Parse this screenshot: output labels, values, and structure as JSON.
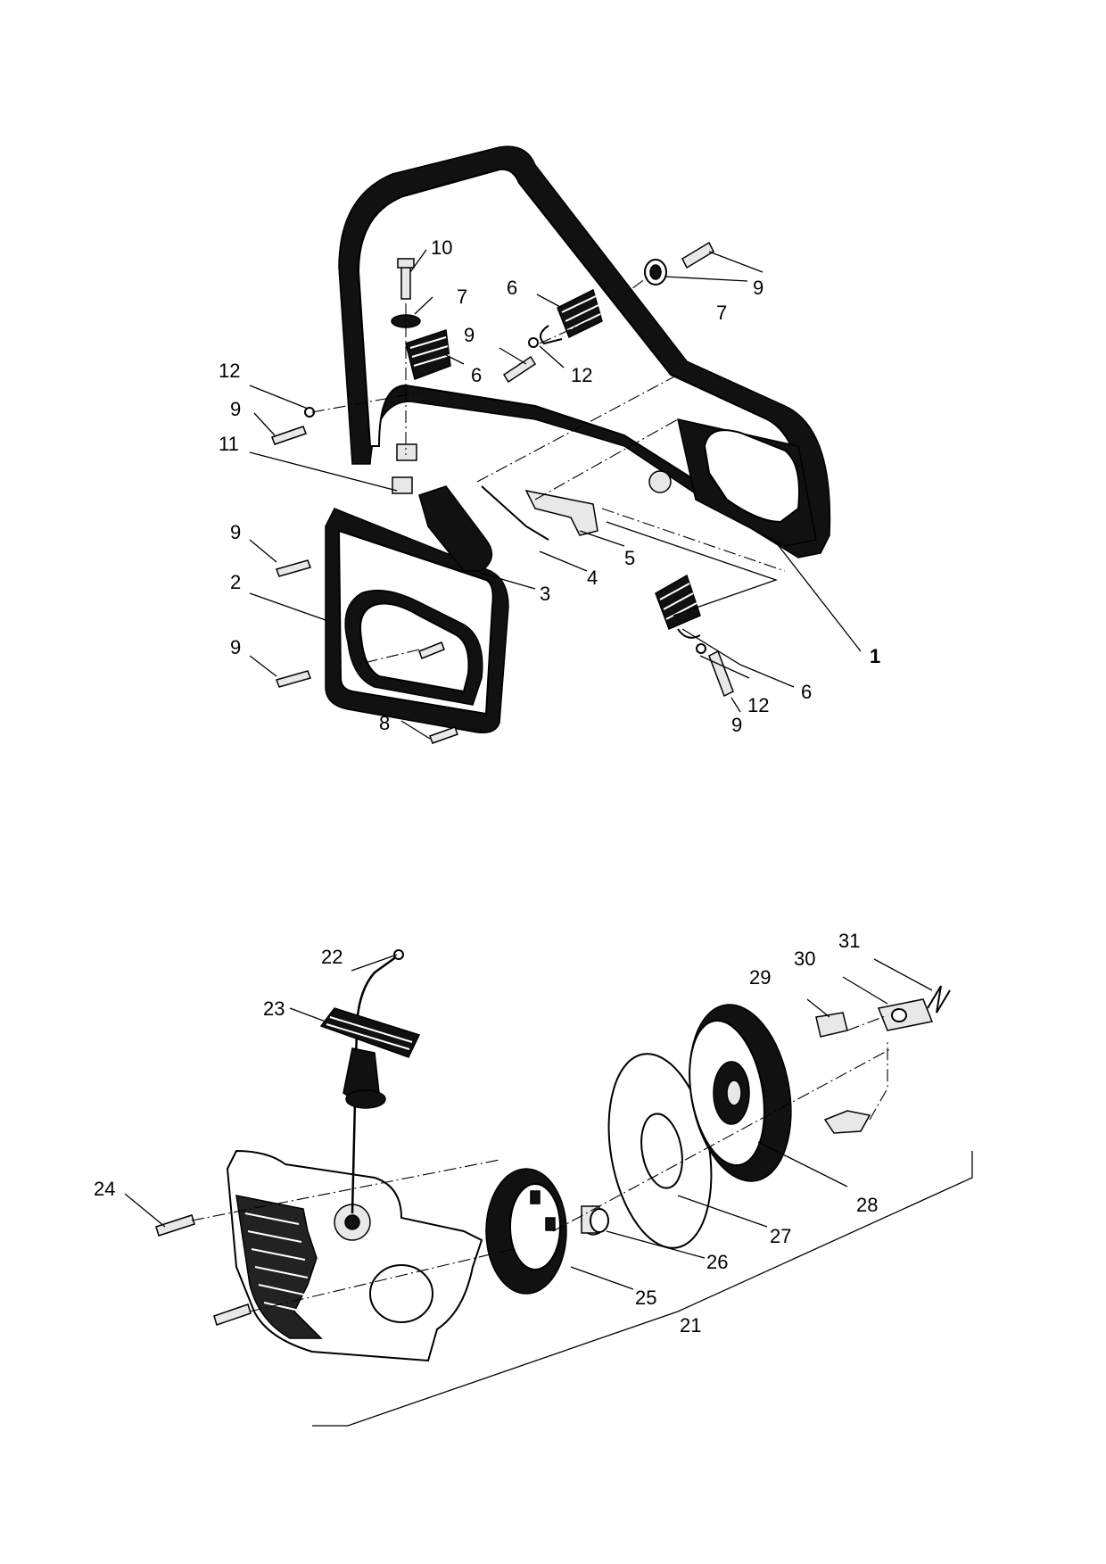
{
  "callouts": [
    {
      "id": "c1",
      "text": "1",
      "bold": true
    },
    {
      "id": "c2",
      "text": "2"
    },
    {
      "id": "c3",
      "text": "3"
    },
    {
      "id": "c4",
      "text": "4"
    },
    {
      "id": "c5",
      "text": "5"
    },
    {
      "id": "c6a",
      "text": "6"
    },
    {
      "id": "c6b",
      "text": "6"
    },
    {
      "id": "c6c",
      "text": "6"
    },
    {
      "id": "c7a",
      "text": "7"
    },
    {
      "id": "c7b",
      "text": "7"
    },
    {
      "id": "c8",
      "text": "8"
    },
    {
      "id": "c9a",
      "text": "9"
    },
    {
      "id": "c9b",
      "text": "9"
    },
    {
      "id": "c9c",
      "text": "9"
    },
    {
      "id": "c9d",
      "text": "9"
    },
    {
      "id": "c9e",
      "text": "9"
    },
    {
      "id": "c9f",
      "text": "9"
    },
    {
      "id": "c10",
      "text": "10"
    },
    {
      "id": "c11",
      "text": "11"
    },
    {
      "id": "c12a",
      "text": "12"
    },
    {
      "id": "c12b",
      "text": "12"
    },
    {
      "id": "c12c",
      "text": "12"
    },
    {
      "id": "c21",
      "text": "21"
    },
    {
      "id": "c22",
      "text": "22"
    },
    {
      "id": "c23",
      "text": "23"
    },
    {
      "id": "c24",
      "text": "24"
    },
    {
      "id": "c25",
      "text": "25"
    },
    {
      "id": "c26",
      "text": "26"
    },
    {
      "id": "c27",
      "text": "27"
    },
    {
      "id": "c28",
      "text": "28"
    },
    {
      "id": "c29",
      "text": "29"
    },
    {
      "id": "c30",
      "text": "30"
    },
    {
      "id": "c31",
      "text": "31"
    }
  ]
}
